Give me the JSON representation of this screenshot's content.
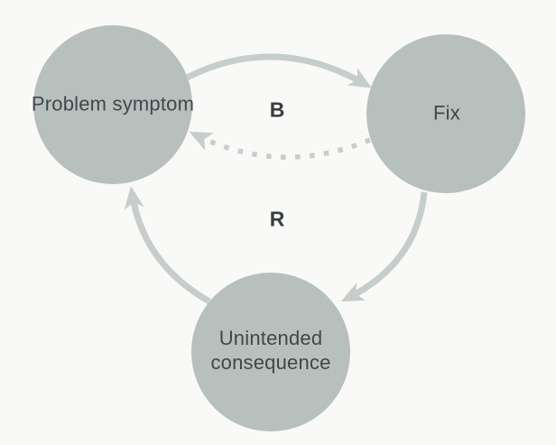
{
  "diagram": {
    "type": "causal-loop",
    "nodes": {
      "problem": {
        "label": "Problem symptom"
      },
      "fix": {
        "label": "Fix"
      },
      "unintended": {
        "label": "Unintended consequence"
      }
    },
    "loop_labels": {
      "balancing": "B",
      "reinforcing": "R"
    },
    "edges": [
      {
        "from": "problem",
        "to": "fix",
        "style": "solid"
      },
      {
        "from": "fix",
        "to": "problem",
        "style": "dotted"
      },
      {
        "from": "fix",
        "to": "unintended",
        "style": "solid"
      },
      {
        "from": "unintended",
        "to": "problem",
        "style": "solid"
      }
    ],
    "colors": {
      "background": "#f9f9f7",
      "node_fill": "#b7c0bd",
      "arrow": "#c6cdca",
      "node_text": "#41474a",
      "loop_label_text": "#383d40"
    }
  }
}
